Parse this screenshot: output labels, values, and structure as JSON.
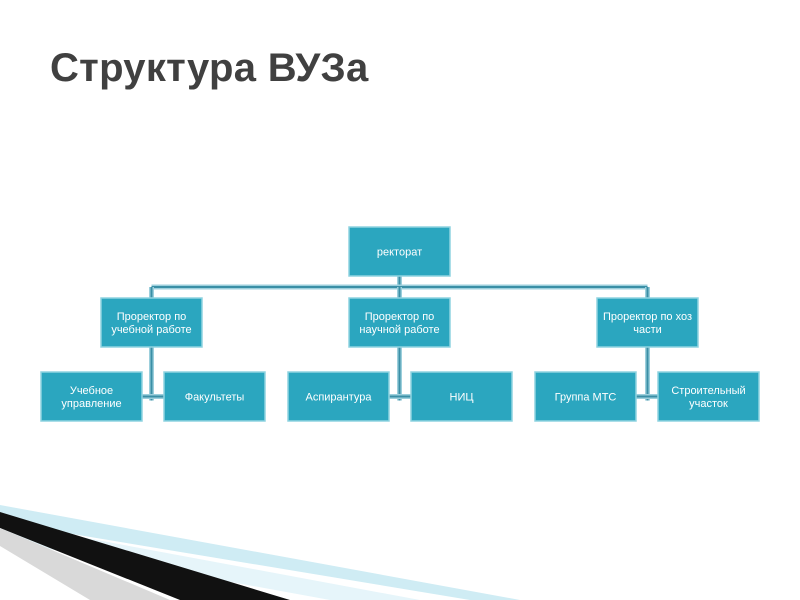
{
  "title": "Структура ВУЗа",
  "colors": {
    "box_fill": "#2BA6BF",
    "box_border": "#8FD3E0",
    "connector": "#3A8FA6",
    "title_text": "#404040",
    "decor_dark": "#111111",
    "decor_light": "#BFE6F0"
  },
  "org": {
    "root": {
      "label": [
        "ректорат"
      ]
    },
    "branches": [
      {
        "label": [
          "Проректор по",
          "учебной работе"
        ],
        "children": [
          {
            "label": [
              "Учебное",
              "управление"
            ]
          },
          {
            "label": [
              "Факультеты"
            ]
          }
        ]
      },
      {
        "label": [
          "Проректор по",
          "научной работе"
        ],
        "children": [
          {
            "label": [
              "Аспирантура"
            ]
          },
          {
            "label": [
              "НИЦ"
            ]
          }
        ]
      },
      {
        "label": [
          "Проректор по хоз",
          "части"
        ],
        "children": [
          {
            "label": [
              "Группа МТС"
            ]
          },
          {
            "label": [
              "Строительный",
              "участок"
            ]
          }
        ]
      }
    ]
  }
}
